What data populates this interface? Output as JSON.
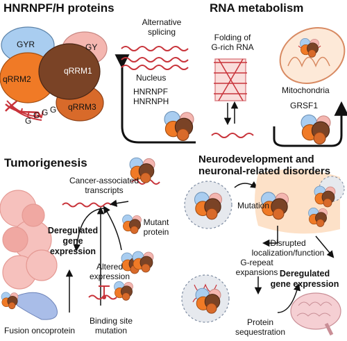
{
  "panel_protein": {
    "title": "HNRNPF/H proteins",
    "domain_gyr": "GYR",
    "domain_gy": "GY",
    "domain_qrrm1": "qRRM1",
    "domain_qrrm2": "qRRM2",
    "domain_qrrm3": "qRRM3",
    "motif_letters": [
      "G",
      "G",
      "G",
      "G"
    ]
  },
  "panel_rna": {
    "title": "RNA metabolism",
    "alt_splicing": [
      "Alternative",
      "splicing"
    ],
    "folding": [
      "Folding of",
      "G-rich RNA"
    ],
    "nucleus": "Nucleus",
    "proteins": [
      "HNRNPF",
      "HNRNPH"
    ],
    "mito": "Mitochondria",
    "grsf1": "GRSF1"
  },
  "panel_tumor": {
    "title": "Tumorigenesis",
    "cancer": [
      "Cancer-associated",
      "transcripts"
    ],
    "mutant": [
      "Mutant",
      "protein"
    ],
    "dereg": [
      "Deregulated",
      "gene",
      "expression"
    ],
    "altered": [
      "Altered",
      "expression"
    ],
    "fusion": "Fusion oncoprotein",
    "binding": [
      "Binding site",
      "mutation"
    ]
  },
  "panel_neuro": {
    "title": [
      "Neurodevelopment and",
      "neuronal-related disorders"
    ],
    "mutation": "Mutation",
    "disrupted": [
      "Disrupted",
      "localization/function"
    ],
    "grepeat": [
      "G-repeat",
      "expansions"
    ],
    "dereg": [
      "Deregulated",
      "gene expression"
    ],
    "sequestration": [
      "Protein",
      "sequestration"
    ]
  },
  "colors": {
    "rna_red": "#c8333a",
    "protein_orange": "#f07a26",
    "protein_brown": "#7a4326",
    "protein_blue": "#a9cdf0",
    "protein_pink": "#f4b6b0",
    "cell_pink": "#f6c1bd",
    "neuron_bg": "#fde1c8"
  }
}
